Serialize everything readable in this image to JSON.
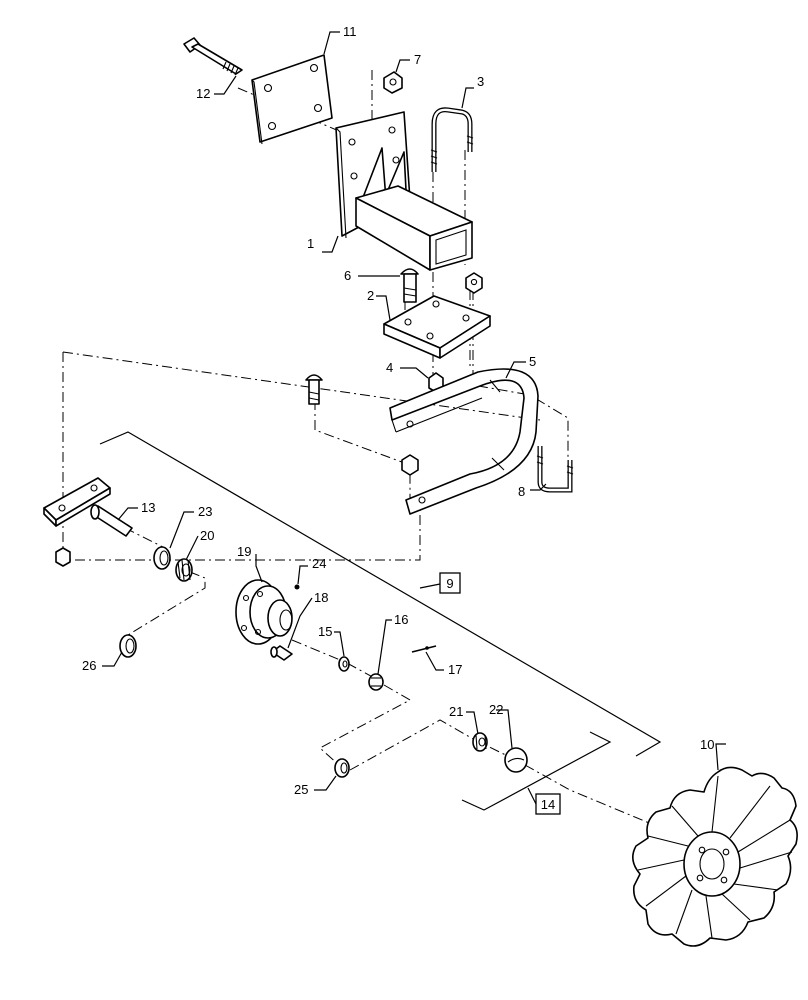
{
  "callouts": [
    {
      "id": "c1",
      "text": "1"
    },
    {
      "id": "c2",
      "text": "2"
    },
    {
      "id": "c3",
      "text": "3"
    },
    {
      "id": "c4",
      "text": "4"
    },
    {
      "id": "c5",
      "text": "5"
    },
    {
      "id": "c6",
      "text": "6"
    },
    {
      "id": "c7",
      "text": "7"
    },
    {
      "id": "c8",
      "text": "8"
    },
    {
      "id": "c10",
      "text": "10"
    },
    {
      "id": "c11",
      "text": "11"
    },
    {
      "id": "c12",
      "text": "12"
    },
    {
      "id": "c13",
      "text": "13"
    },
    {
      "id": "c15",
      "text": "15"
    },
    {
      "id": "c16",
      "text": "16"
    },
    {
      "id": "c17",
      "text": "17"
    },
    {
      "id": "c18",
      "text": "18"
    },
    {
      "id": "c19",
      "text": "19"
    },
    {
      "id": "c20",
      "text": "20"
    },
    {
      "id": "c21",
      "text": "21"
    },
    {
      "id": "c22",
      "text": "22"
    },
    {
      "id": "c23",
      "text": "23"
    },
    {
      "id": "c24",
      "text": "24"
    },
    {
      "id": "c25",
      "text": "25"
    },
    {
      "id": "c26",
      "text": "26"
    }
  ],
  "boxed_refs": [
    {
      "id": "b9",
      "text": "9"
    },
    {
      "id": "b14",
      "text": "14"
    }
  ]
}
